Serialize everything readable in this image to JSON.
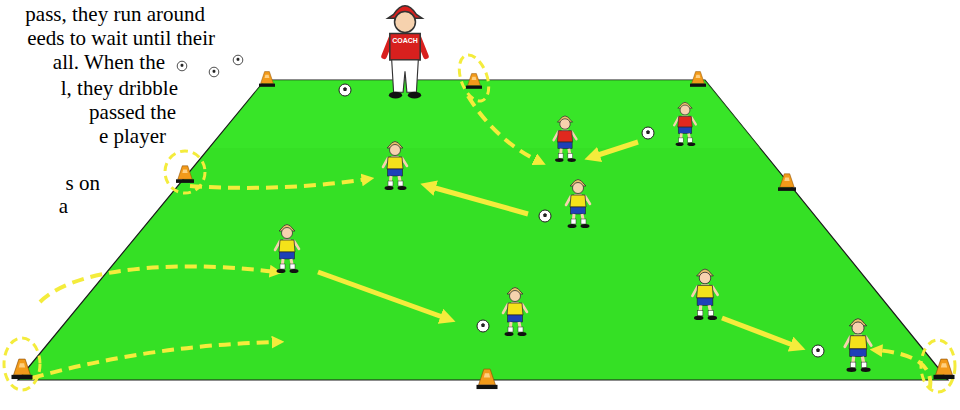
{
  "diagram": {
    "labels": [
      "pass, they run around",
      "eeds to wait until their",
      "all. When the",
      "l, they dribble",
      "passed the",
      "e player",
      "s on",
      "a",
      "COACH"
    ]
  }
}
